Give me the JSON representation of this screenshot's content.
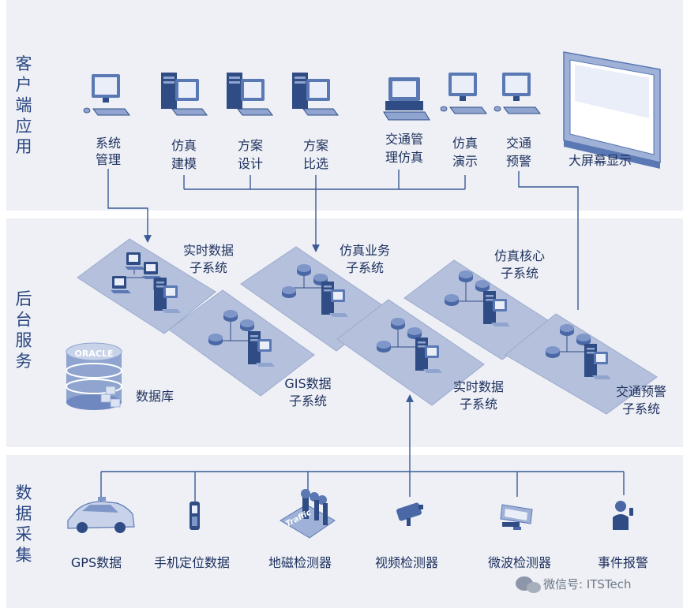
{
  "sections": {
    "client": {
      "title": "客户端应用"
    },
    "backend": {
      "title": "后台服务"
    },
    "collection": {
      "title": "数据采集"
    }
  },
  "client_apps": [
    {
      "id": "sys",
      "label": [
        "系统",
        "管理"
      ],
      "icon": "monitor-workstation-icon"
    },
    {
      "id": "model",
      "label": [
        "仿真",
        "建模"
      ],
      "icon": "tower-pc-icon"
    },
    {
      "id": "plan",
      "label": [
        "方案",
        "设计"
      ],
      "icon": "tower-pc-icon"
    },
    {
      "id": "comp",
      "label": [
        "方案",
        "比选"
      ],
      "icon": "tower-pc-icon"
    },
    {
      "id": "tmgmt",
      "label": [
        "交通管",
        "理仿真"
      ],
      "icon": "desktop-pc-icon"
    },
    {
      "id": "demo",
      "label": [
        "仿真",
        "演示"
      ],
      "icon": "monitor-workstation-icon"
    },
    {
      "id": "warn",
      "label": [
        "交通",
        "预警"
      ],
      "icon": "monitor-workstation-icon"
    }
  ],
  "big_screen": {
    "label": "大屏幕显示",
    "icon": "large-display-icon"
  },
  "subsystems": [
    {
      "id": "rt1",
      "label": [
        "实时数据",
        "子系统"
      ]
    },
    {
      "id": "biz",
      "label": [
        "仿真业务",
        "子系统"
      ]
    },
    {
      "id": "core",
      "label": [
        "仿真核心",
        "子系统"
      ]
    },
    {
      "id": "gis",
      "label": [
        "GIS数据",
        "子系统"
      ]
    },
    {
      "id": "rt2",
      "label": [
        "实时数据",
        "子系统"
      ]
    },
    {
      "id": "warn",
      "label": [
        "交通预警",
        "子系统"
      ]
    }
  ],
  "database": {
    "label": "数据库",
    "brand": "ORACLE"
  },
  "sources": [
    {
      "id": "gps",
      "label": "GPS数据",
      "icon": "car-icon"
    },
    {
      "id": "phone",
      "label": "手机定位数据",
      "icon": "mobile-phone-icon"
    },
    {
      "id": "mag",
      "label": "地磁检测器",
      "icon": "traffic-light-icon",
      "sign": "Traffic"
    },
    {
      "id": "video",
      "label": "视频检测器",
      "icon": "video-camera-icon"
    },
    {
      "id": "micro",
      "label": "微波检测器",
      "icon": "microwave-sensor-icon"
    },
    {
      "id": "event",
      "label": "事件报警",
      "icon": "person-alarm-icon"
    }
  ],
  "watermark": "微信号: ITSTech",
  "colors": {
    "band": "#eef0f6",
    "line": "#3a5a95",
    "text": "#1c2f5c",
    "platform": "#b5c1dc",
    "device": "#5a78b4",
    "device_dark": "#2f4c85",
    "screen": "#e9eef8"
  }
}
